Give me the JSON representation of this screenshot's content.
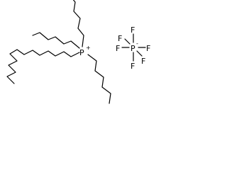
{
  "molecule": {
    "cation": {
      "center_atom": "P",
      "center_charge": "+"
    },
    "anion": {
      "center_atom": "P",
      "center_charge": "-",
      "ligand_atom": "F",
      "ligands": [
        "F",
        "F",
        "F",
        "F",
        "F",
        "F"
      ]
    }
  }
}
